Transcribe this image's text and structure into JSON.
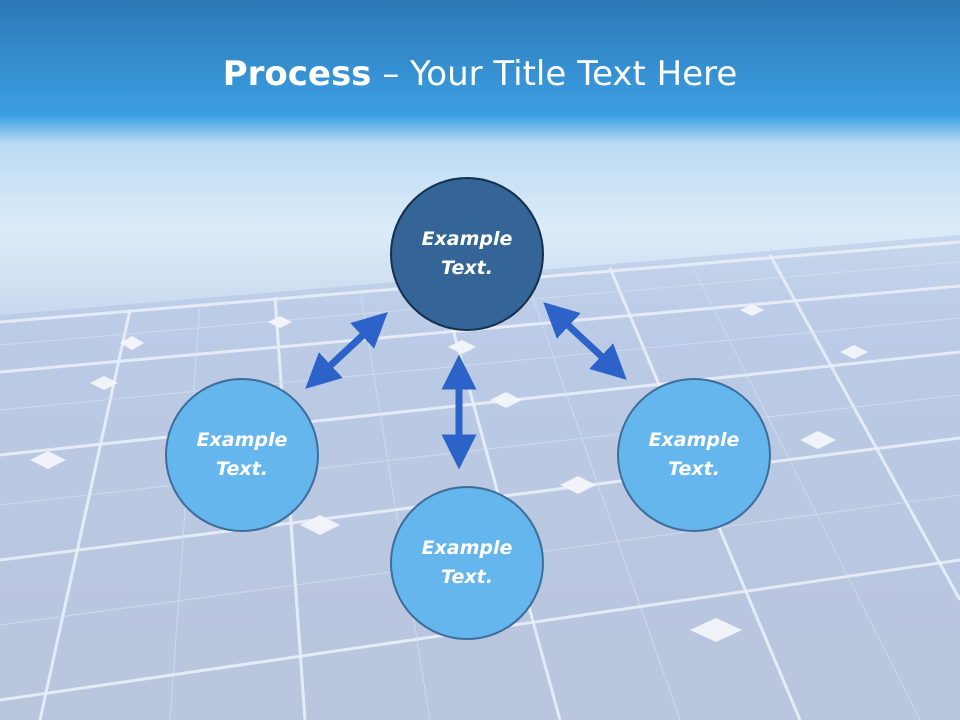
{
  "slide": {
    "title_bold": "Process",
    "title_rest": " – Your Title Text Here"
  },
  "diagram": {
    "center": {
      "label": "Example Text."
    },
    "left": {
      "label": "Example Text."
    },
    "bottom": {
      "label": "Example Text."
    },
    "right": {
      "label": "Example Text."
    }
  },
  "colors": {
    "header_blue": "#2f86c8",
    "center_circle": "#356496",
    "outer_circle": "#66b6ee",
    "arrow": "#2d62c9"
  }
}
